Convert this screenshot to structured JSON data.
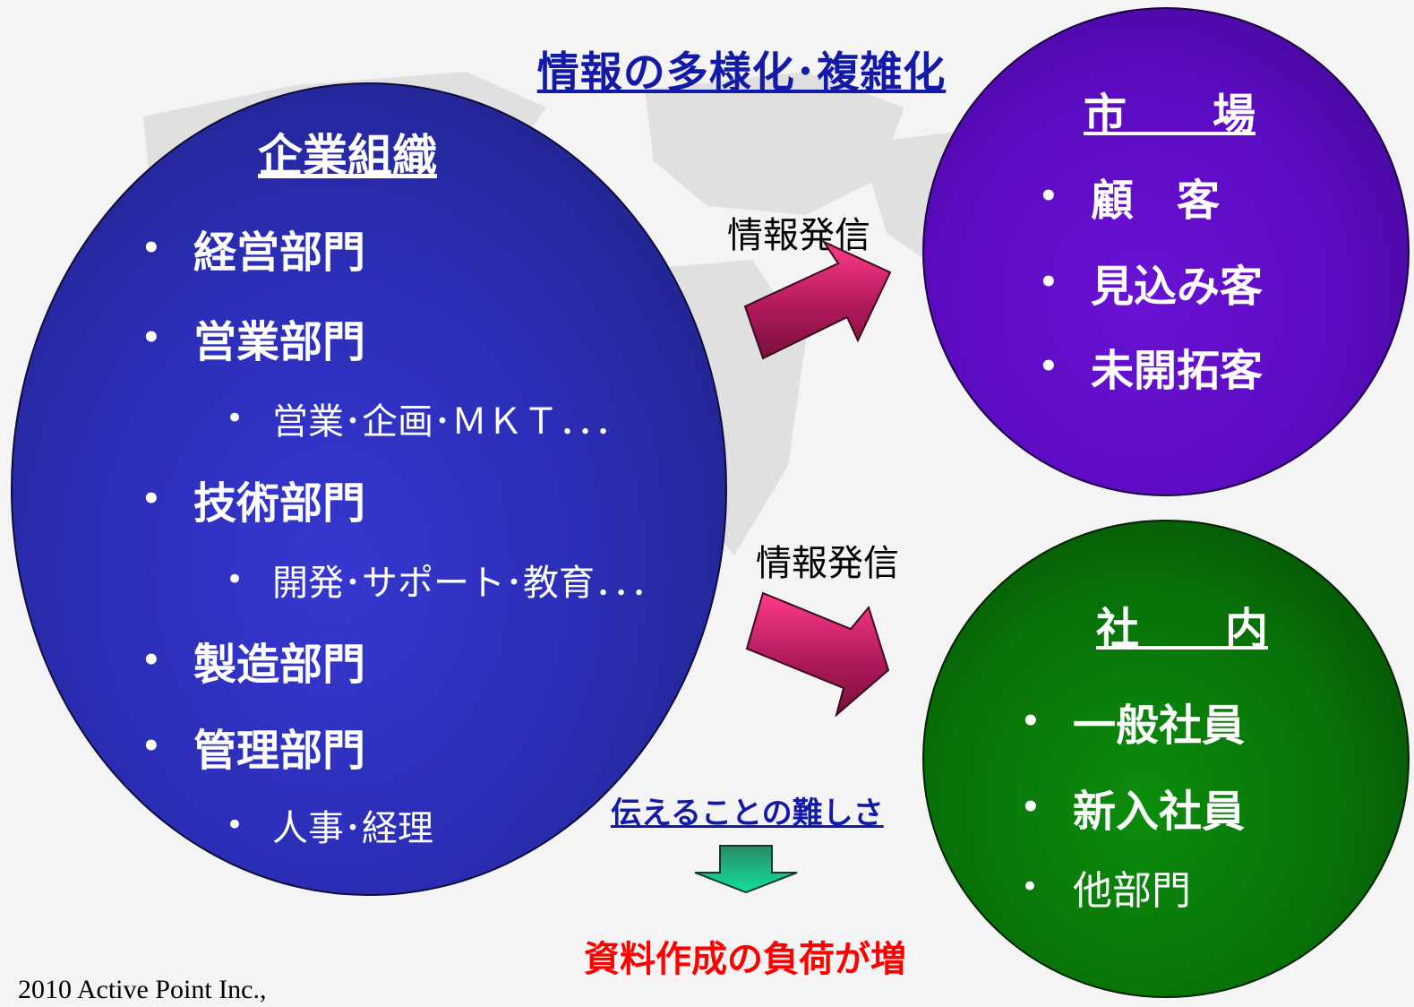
{
  "title": "情報の多様化･複雑化",
  "organization": {
    "heading": "企業組織",
    "items": [
      {
        "level": 1,
        "text": "経営部門"
      },
      {
        "level": 1,
        "text": "営業部門"
      },
      {
        "level": 2,
        "text": "営業･企画･ＭＫＴ．．．"
      },
      {
        "level": 1,
        "text": "技術部門"
      },
      {
        "level": 2,
        "text": "開発･サポート･教育．．．"
      },
      {
        "level": 1,
        "text": "製造部門"
      },
      {
        "level": 1,
        "text": "管理部門"
      },
      {
        "level": 2,
        "text": "人事･経理"
      }
    ]
  },
  "market": {
    "heading": "市　　場",
    "items": [
      "顧　客",
      "見込み客",
      "未開拓客"
    ]
  },
  "internal": {
    "heading": "社　　内",
    "items": [
      "一般社員",
      "新入社員",
      "他部門"
    ]
  },
  "arrows": {
    "upper_label": "情報発信",
    "lower_label": "情報発信"
  },
  "difficulty": "伝えることの難しさ",
  "result": "資料作成の負荷が増",
  "copyright": "2010 Active Point Inc.,",
  "bullet": "•",
  "colors": {
    "organization": "#2b2eb6",
    "market": "#5a0bbf",
    "internal": "#087008",
    "arrow": "#c0206a",
    "title": "#141aa8",
    "result": "#ff0000",
    "down_arrow": "#1aa870"
  }
}
